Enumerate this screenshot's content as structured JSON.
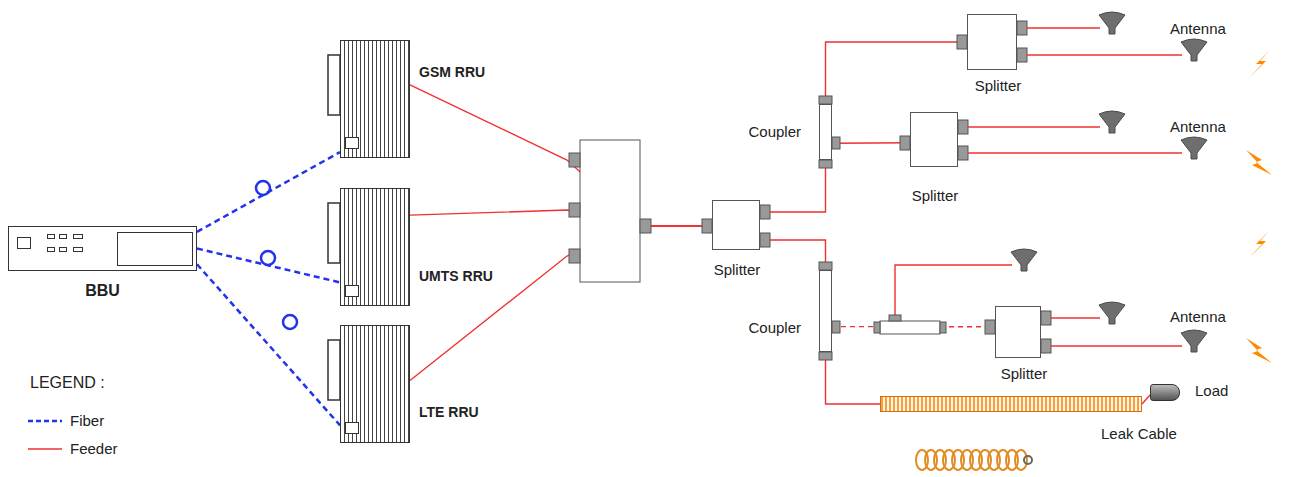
{
  "diagram": {
    "nodes": [
      {
        "text": [
          "BBU"
        ]
      },
      {
        "text": [
          "GSM RRU"
        ]
      },
      {
        "text": [
          "UMTS RRU"
        ]
      },
      {
        "text": [
          "LTE RRU"
        ]
      },
      {
        "text": [
          "Splitter"
        ]
      },
      {
        "text": [
          "Coupler"
        ]
      },
      {
        "text": [
          "Splitter"
        ]
      },
      {
        "text": [
          "Splitter"
        ]
      },
      {
        "text": [
          "Coupler"
        ]
      },
      {
        "text": [
          "Splitter"
        ]
      },
      {
        "text": [
          "Leak Cable"
        ]
      },
      {
        "text": [
          "Load"
        ]
      }
    ],
    "edges": [
      {
        "from": 0,
        "to": 1,
        "arrow": "none"
      },
      {
        "from": 0,
        "to": 2,
        "arrow": "none"
      },
      {
        "from": 0,
        "to": 3,
        "arrow": "none"
      },
      {
        "from": 1,
        "to": 4,
        "arrow": "none"
      },
      {
        "from": 2,
        "to": 4,
        "arrow": "none"
      },
      {
        "from": 3,
        "to": 4,
        "arrow": "none"
      },
      {
        "from": 4,
        "to": 5,
        "arrow": "none"
      },
      {
        "from": 4,
        "to": 8,
        "arrow": "none"
      },
      {
        "from": 5,
        "to": 6,
        "arrow": "none"
      },
      {
        "from": 5,
        "to": 7,
        "arrow": "none"
      },
      {
        "from": 8,
        "to": 9,
        "arrow": "none"
      },
      {
        "from": 8,
        "to": 10,
        "arrow": "none"
      },
      {
        "from": 10,
        "to": 11,
        "arrow": "none"
      }
    ],
    "labels": [
      "Antenna",
      "Antenna",
      "Antenna",
      "LEGEND :"
    ],
    "legend": [
      {
        "text": "Fiber"
      },
      {
        "text": "Feeder"
      }
    ]
  }
}
